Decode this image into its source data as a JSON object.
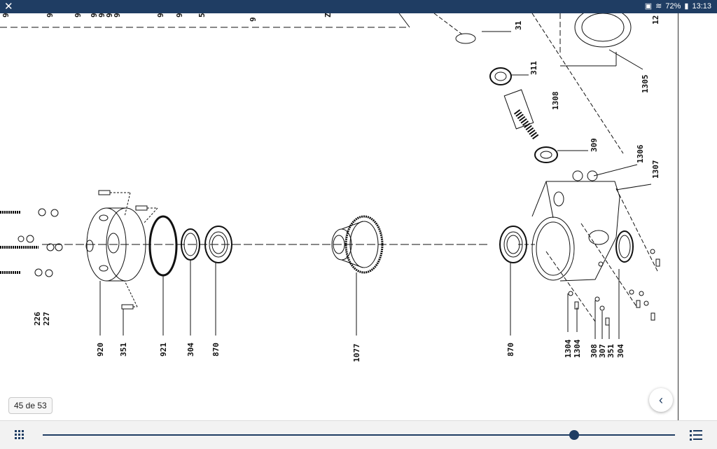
{
  "status_bar": {
    "time": "13:13",
    "battery": "72%",
    "close_icon": "close-icon",
    "cast_icon": "cast-icon",
    "wifi_icon": "wifi-icon",
    "battery_icon": "battery-icon"
  },
  "drawing": {
    "top_labels": [
      "9",
      "9",
      "9",
      "9",
      "9",
      "9",
      "9",
      "9",
      "9",
      "5",
      "9",
      "Z"
    ],
    "labels": {
      "l31": "31",
      "l12": "12",
      "l311": "311",
      "l1308": "1308",
      "l1305": "1305",
      "l309": "309",
      "l1306": "1306",
      "l1307": "1307",
      "l226": "226",
      "l227": "227",
      "l920": "920",
      "l351a": "351",
      "l921": "921",
      "l304a": "304",
      "l870a": "870",
      "l1077": "1077",
      "l870b": "870",
      "l1304a": "1304",
      "l1304b": "1304",
      "l308": "308",
      "l307": "307",
      "l351b": "351",
      "l304b": "304"
    }
  },
  "page_counter": "45 de 53",
  "back_icon": "chevron-left-icon",
  "slider": {
    "position_fraction": 0.84
  },
  "grid_icon": "grid-icon",
  "list_icon": "list-icon",
  "colors": {
    "status_bar": "#1f3d63",
    "accent": "#1f3d63",
    "page_bg": "#ffffff",
    "toolbar_bg": "#f2f2f2"
  }
}
